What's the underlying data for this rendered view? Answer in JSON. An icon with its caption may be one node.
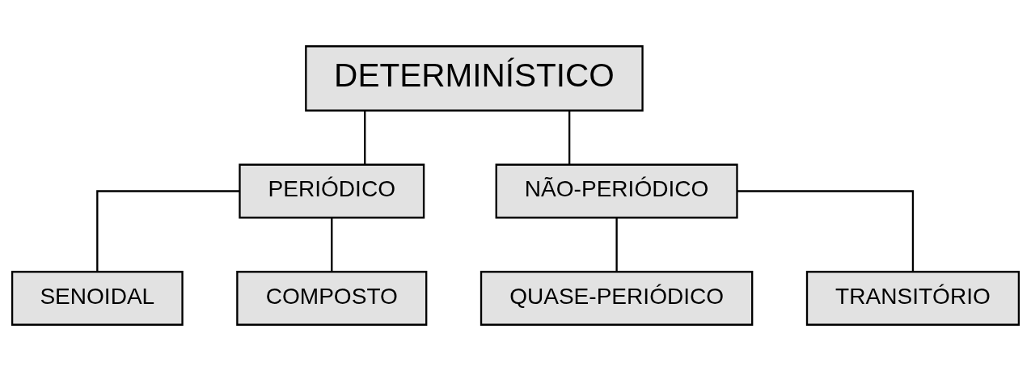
{
  "diagram": {
    "nodes": [
      {
        "text": [
          "DETERMINÍSTICO"
        ]
      },
      {
        "text": [
          "PERIÓDICO"
        ]
      },
      {
        "text": [
          "NÃO-PERIÓDICO"
        ]
      },
      {
        "text": [
          "SENOIDAL"
        ]
      },
      {
        "text": [
          "COMPOSTO"
        ]
      },
      {
        "text": [
          "QUASE-PERIÓDICO"
        ]
      },
      {
        "text": [
          "TRANSITÓRIO"
        ]
      }
    ],
    "edges": [
      {
        "from": 0,
        "to": 1,
        "arrow": "none"
      },
      {
        "from": 0,
        "to": 2,
        "arrow": "none"
      },
      {
        "from": 1,
        "to": 3,
        "arrow": "none"
      },
      {
        "from": 1,
        "to": 4,
        "arrow": "none"
      },
      {
        "from": 2,
        "to": 5,
        "arrow": "none"
      },
      {
        "from": 2,
        "to": 6,
        "arrow": "none"
      }
    ]
  }
}
